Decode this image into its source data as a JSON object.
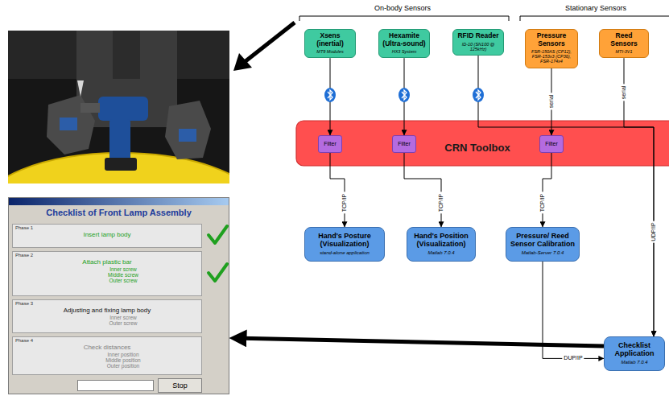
{
  "diagram": {
    "nodes": [
      {
        "text": [
          "Xsens (inertial)",
          "MT9 Modules"
        ]
      },
      {
        "text": [
          "Hexamite (Ultra-sound)",
          "HX3 System"
        ]
      },
      {
        "text": [
          "RFID Reader",
          "ID-10 (SN100 @ 125kHz)"
        ]
      },
      {
        "text": [
          "Pressure Sensors",
          "FSR-150AS (CP12), FSR-153x3 (CP36), FSR-174x4"
        ]
      },
      {
        "text": [
          "Reed Sensors",
          "MTI-3V1"
        ]
      },
      {
        "text": [
          "CRN Toolbox"
        ]
      },
      {
        "text": [
          "Filter"
        ],
        "in": 5
      },
      {
        "text": [
          "Filter"
        ],
        "in": 5
      },
      {
        "text": [
          "Filter"
        ],
        "in": 5
      },
      {
        "text": [
          "Hand's Posture (Visualization)",
          "stand-alone application"
        ]
      },
      {
        "text": [
          "Hand's Position (Visualization)",
          "Matlab 7.0.4"
        ]
      },
      {
        "text": [
          "Pressure/ Reed Sensor Calibration",
          "Matlab-Server 7.0.4"
        ]
      },
      {
        "text": [
          "Checklist Application",
          "Matlab 7.0.4"
        ]
      },
      {
        "text": [
          "Checklist of Front Lamp Assembly"
        ]
      },
      {
        "text": [
          "Phase 1",
          "Insert lamp body"
        ],
        "in": 13
      },
      {
        "text": [
          "Phase 2",
          "Attach plastic bar",
          "Inner screw",
          "Middle screw",
          "Outer screw"
        ],
        "in": 13
      },
      {
        "text": [
          "Phase 3",
          "Adjusting and fixing lamp body",
          "Inner screw",
          "Outer screw"
        ],
        "in": 13
      },
      {
        "text": [
          "Phase 4",
          "Check distances",
          "Inner position",
          "Middle position",
          "Outer position"
        ],
        "in": 13
      },
      {
        "text": [
          "Stop"
        ],
        "in": 13
      }
    ],
    "edges": [
      {
        "from": 0,
        "to": 6,
        "arrow": "to"
      },
      {
        "from": 1,
        "to": 7,
        "arrow": "to"
      },
      {
        "from": 2,
        "to": 12,
        "arrow": "to"
      },
      {
        "from": 3,
        "to": 8,
        "label": "serial",
        "arrow": "to"
      },
      {
        "from": 4,
        "to": 12,
        "label": "UDP/IP",
        "arrow": "to"
      },
      {
        "from": 6,
        "to": 9,
        "label": "TCP/IP",
        "arrow": "to"
      },
      {
        "from": 7,
        "to": 10,
        "label": "TCP/IP",
        "arrow": "to"
      },
      {
        "from": 8,
        "to": 11,
        "label": "TCP/IP",
        "arrow": "to"
      },
      {
        "from": 11,
        "to": 12,
        "label": "DUP/IP",
        "arrow": "to"
      },
      {
        "from": 12,
        "to": 13,
        "arrow": "to"
      }
    ],
    "labels": [
      "On-body Sensors",
      "Stationary Sensors",
      "serial"
    ]
  }
}
